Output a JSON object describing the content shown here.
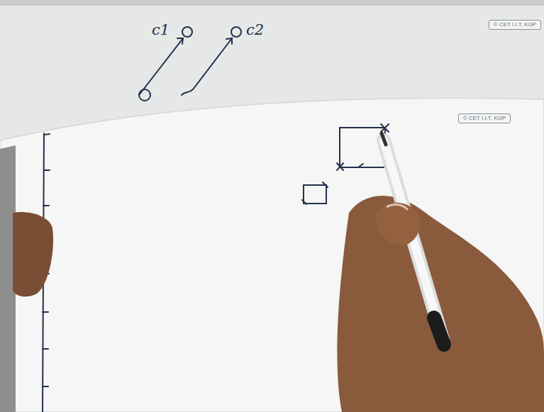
{
  "diagram": {
    "labels": [
      "c1",
      "c2",
      "© CET I.I.T. KGP",
      "© CET I.I.T. KGP"
    ]
  }
}
